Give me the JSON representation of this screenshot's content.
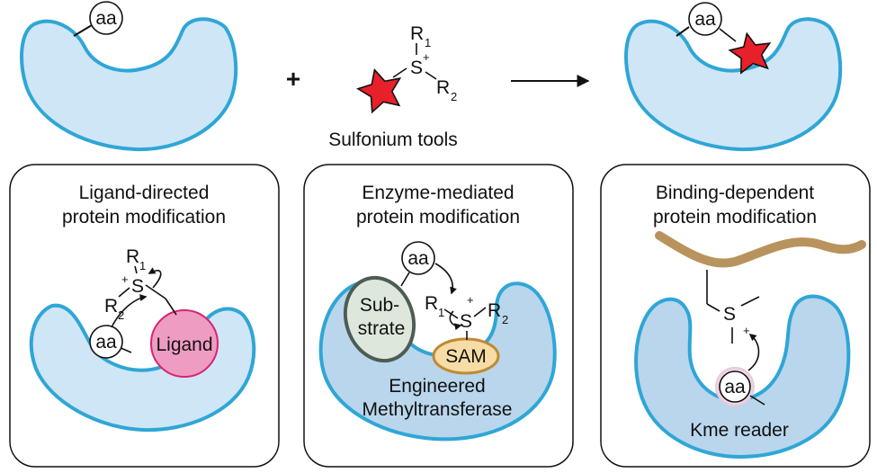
{
  "colors": {
    "protein_fill": "#cfe6f7",
    "protein_fill_dark": "#b9d6ec",
    "protein_stroke": "#2fa6d6",
    "star_fill": "#e8202a",
    "ligand_fill": "#ef9cc2",
    "ligand_stroke": "#d9236e",
    "substrate_fill": "#dde7dc",
    "substrate_stroke": "#4d5c54",
    "sam_fill": "#f7dca6",
    "sam_stroke": "#c08a33",
    "chain_color": "#b9935d",
    "aa_glow": "#e6c3d8"
  },
  "icons": [
    "star-icon",
    "plus-icon",
    "arrow-icon"
  ],
  "top": {
    "plus": "+",
    "aa": "aa",
    "reagent": {
      "R1": "R",
      "R1_sub": "1",
      "R2": "R",
      "R2_sub": "2",
      "S": "S",
      "charge": "+",
      "caption": "Sulfonium tools"
    }
  },
  "panels": [
    {
      "title_line1": "Ligand-directed",
      "title_line2": "protein modification",
      "aa": "aa",
      "ligand": "Ligand",
      "R1": "R",
      "R1_sub": "1",
      "R2": "R",
      "R2_sub": "2",
      "S": "S",
      "charge": "+"
    },
    {
      "title_line1": "Enzyme-mediated",
      "title_line2": "protein modification",
      "aa": "aa",
      "substrate_line1": "Sub-",
      "substrate_line2": "strate",
      "sam": "SAM",
      "enzyme_line1": "Engineered",
      "enzyme_line2": "Methyltransferase",
      "R1": "R",
      "R1_sub": "1",
      "R2": "R",
      "R2_sub": "2",
      "S": "S",
      "charge": "+"
    },
    {
      "title_line1": "Binding-dependent",
      "title_line2": "protein modification",
      "aa": "aa",
      "reader": "Kme reader",
      "S": "S",
      "charge": "+"
    }
  ]
}
